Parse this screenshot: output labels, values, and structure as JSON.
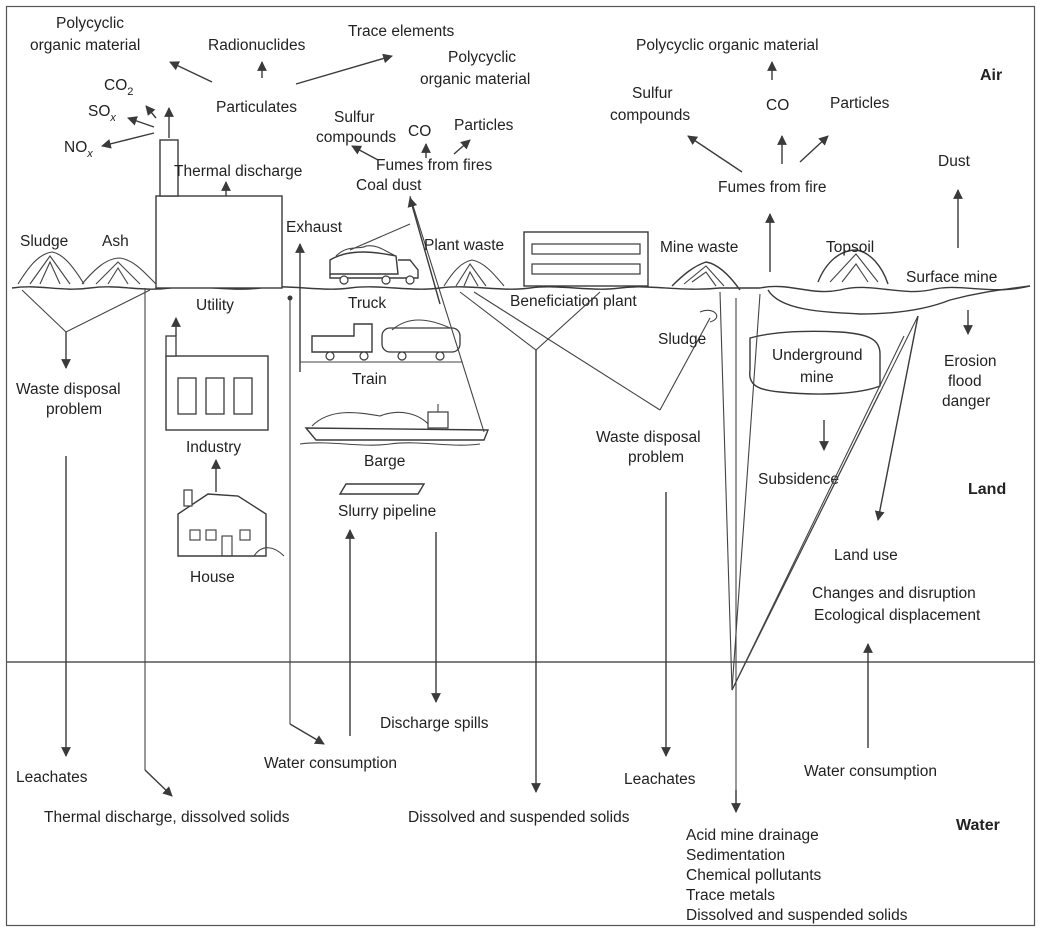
{
  "zones": {
    "air": "Air",
    "land": "Land",
    "water": "Water"
  },
  "utility": {
    "polycyclic_1": "Polycyclic",
    "polycyclic_2": "organic material",
    "radionuclides": "Radionuclides",
    "trace_elements": "Trace elements",
    "polycyclic_right_1": "Polycyclic",
    "polycyclic_right_2": "organic material",
    "co2": "CO",
    "co2_sub": "2",
    "sox": "SO",
    "sox_sub": "x",
    "nox": "NO",
    "nox_sub": "x",
    "particulates": "Particulates",
    "thermal_discharge": "Thermal discharge",
    "label": "Utility"
  },
  "transport": {
    "sulfur_1": "Sulfur",
    "sulfur_2": "compounds",
    "co": "CO",
    "particles": "Particles",
    "fumes": "Fumes from fires",
    "coal_dust": "Coal dust",
    "exhaust": "Exhaust",
    "truck": "Truck",
    "train": "Train",
    "barge": "Barge",
    "slurry": "Slurry pipeline"
  },
  "left": {
    "sludge": "Sludge",
    "ash": "Ash",
    "waste_disposal_1": "Waste disposal",
    "waste_disposal_2": "problem",
    "industry": "Industry",
    "house": "House"
  },
  "plant": {
    "plant_waste": "Plant waste",
    "beneficiation": "Beneficiation plant",
    "sludge": "Sludge",
    "waste_disposal_1": "Waste disposal",
    "waste_disposal_2": "problem"
  },
  "mine": {
    "polycyclic": "Polycyclic organic material",
    "sulfur_1": "Sulfur",
    "sulfur_2": "compounds",
    "co": "CO",
    "particles": "Particles",
    "fumes": "Fumes from fire",
    "dust": "Dust",
    "mine_waste": "Mine waste",
    "topsoil": "Topsoil",
    "surface_mine": "Surface mine",
    "underground_1": "Underground",
    "underground_2": "mine",
    "erosion_1": "Erosion",
    "erosion_2": "flood",
    "erosion_3": "danger",
    "subsidence": "Subsidence",
    "land_use": "Land use",
    "changes": "Changes and disruption",
    "ecological": "Ecological displacement"
  },
  "water": {
    "leachates_left": "Leachates",
    "thermal": "Thermal discharge, dissolved solids",
    "water_consumption_left": "Water consumption",
    "discharge_spills": "Discharge spills",
    "dissolved_mid": "Dissolved and suspended solids",
    "leachates_right": "Leachates",
    "water_consumption_right": "Water consumption",
    "acid_list": [
      "Acid mine drainage",
      "Sedimentation",
      "Chemical pollutants",
      "Trace metals",
      "Dissolved and suspended solids"
    ]
  }
}
